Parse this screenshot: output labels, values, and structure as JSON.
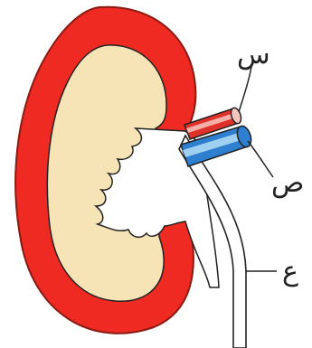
{
  "labels": {
    "artery": "س",
    "vein": "ص",
    "ureter": "ع"
  },
  "colors": {
    "cortex": "#ee2a22",
    "cortex_edge": "#8a1a12",
    "medulla": "#f6e3b6",
    "pelvis": "#ffffff",
    "artery": "#e0302a",
    "vein": "#2f7fd0",
    "ureter": "#ffffff",
    "outline": "#222222"
  },
  "parts": [
    "cortex",
    "medulla",
    "renal-pelvis",
    "renal-artery",
    "renal-vein",
    "ureter"
  ]
}
